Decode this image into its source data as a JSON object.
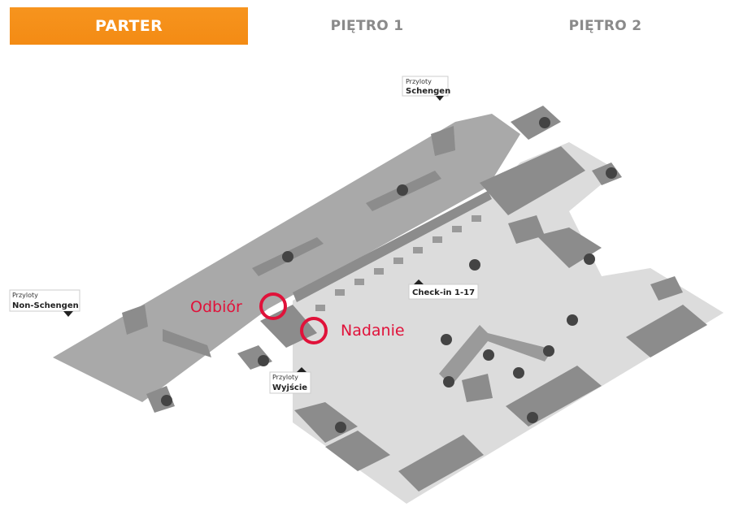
{
  "tabs": [
    {
      "label": "PARTER",
      "active": true
    },
    {
      "label": "PIĘTRO 1",
      "active": false
    },
    {
      "label": "PIĘTRO 2",
      "active": false
    }
  ],
  "map": {
    "signs": {
      "schengen": {
        "line1": "Przyloty",
        "line2": "Schengen"
      },
      "non_schengen": {
        "line1": "Przyloty",
        "line2": "Non-Schengen"
      },
      "exit": {
        "line1": "Przyloty",
        "line2": "Wyjście"
      },
      "checkin": {
        "label": "Check-in  1-17"
      }
    },
    "highlights": {
      "pickup": "Odbiór",
      "dropoff": "Nadanie"
    },
    "colors": {
      "accent": "#f7941e",
      "highlight": "#e0123a",
      "floor_dark": "#a9a9a9",
      "floor_light": "#dcdcdc",
      "block": "#8c8c8c"
    },
    "icons": [
      "baggage-icon",
      "toilet-icon",
      "first-aid-icon",
      "info-icon",
      "wheelchair-icon",
      "escalator-icon",
      "elevator-icon",
      "exchange-icon",
      "atm-icon",
      "cafe-icon",
      "parking-icon",
      "transfer-icon"
    ]
  }
}
